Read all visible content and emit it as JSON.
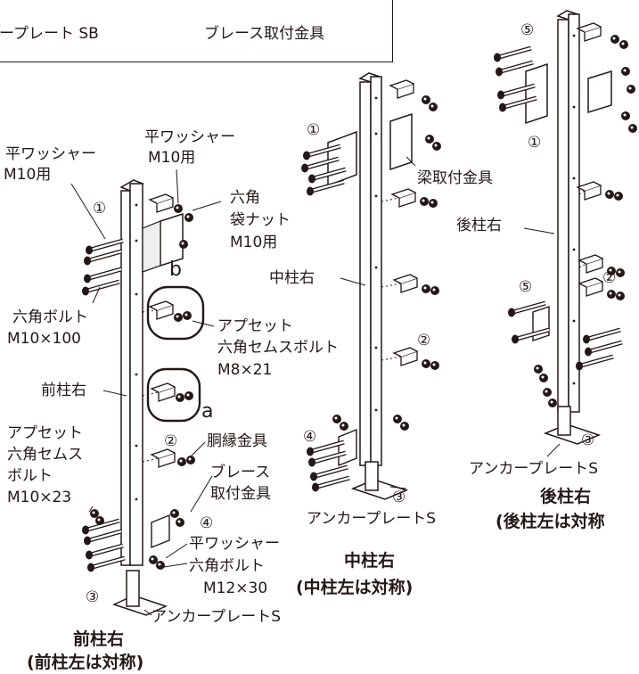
{
  "legend": {
    "item1": "ープレート SB",
    "item2": "ブレース取付金具"
  },
  "markers": {
    "m1": "①",
    "m2": "②",
    "m3": "③",
    "m4": "④",
    "m5": "⑤",
    "a": "a",
    "b": "b"
  },
  "front": {
    "washer_left": "平ワッシャー",
    "washer_left_size": "M10用",
    "washer_top": "平ワッシャー",
    "washer_top_size": "M10用",
    "cap_nut_1": "六角",
    "cap_nut_2": "袋ナット",
    "cap_nut_3": "M10用",
    "hex_bolt": "六角ボルト",
    "hex_bolt_size": "M10×100",
    "upset_bolt_1": "アプセット",
    "upset_bolt_2": "六角セムスボルト",
    "upset_bolt_3": "M8×21",
    "post_name": "前柱右",
    "upset_left_1": "アプセット",
    "upset_left_2": "六角セムス",
    "upset_left_3": "ボルト",
    "upset_left_4": "M10×23",
    "belt_fitting": "胴縁金具",
    "brace_1": "ブレース",
    "brace_2": "取付金具",
    "washer_bottom": "平ワッシャー",
    "hex_bolt_bottom": "六角ボルト",
    "hex_bolt_bottom_size": "M12×30",
    "anchor": "アンカープレートS",
    "title": "前柱右",
    "subtitle": "(前柱左は対称)"
  },
  "middle": {
    "beam_fitting": "梁取付金具",
    "post_name": "中柱右",
    "anchor": "アンカープレートS",
    "title": "中柱右",
    "subtitle": "(中柱左は対称)"
  },
  "rear": {
    "post_name": "後柱右",
    "anchor": "アンカープレートS",
    "title": "後柱右",
    "subtitle": "(後柱左は対称"
  }
}
